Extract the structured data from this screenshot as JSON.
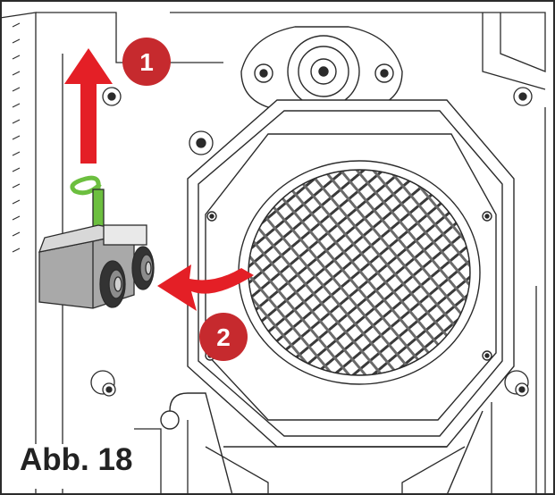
{
  "figure": {
    "caption": "Abb. 18",
    "step_labels": [
      "1",
      "2"
    ]
  },
  "colors": {
    "arrow_red": "#e41f26",
    "badge_red": "#c62a2e",
    "spring_green": "#6cbf3f",
    "line": "#2b2b2b",
    "part_grey": "#a9a9a9"
  }
}
